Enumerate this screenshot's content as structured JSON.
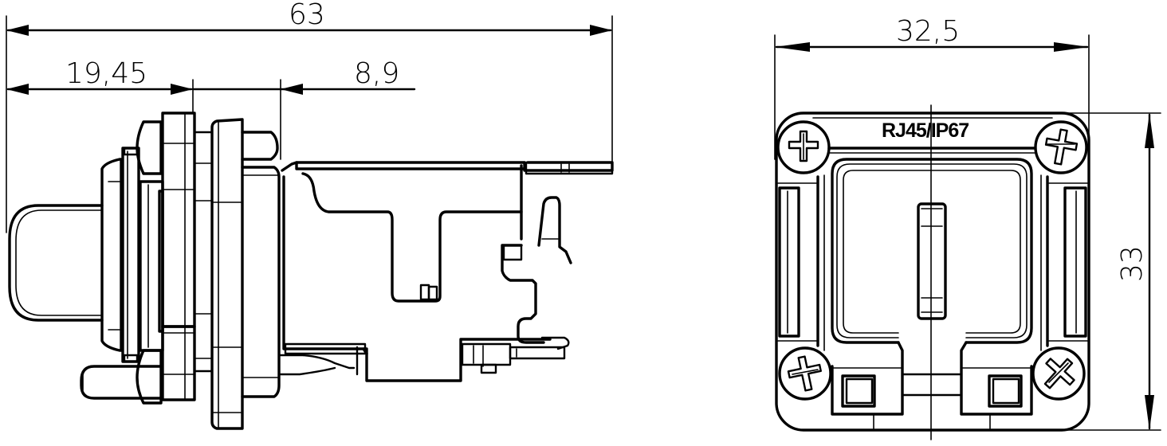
{
  "drawing": {
    "title_label": "RJ45/IP67",
    "views": [
      {
        "name": "side-view",
        "description": "RJ45 IP67 panel connector side view"
      },
      {
        "name": "front-view",
        "description": "RJ45 IP67 panel connector front view"
      }
    ],
    "dimensions": {
      "overall_length": "63",
      "front_depth": "19,45",
      "flange_offset": "8,9",
      "width": "32,5",
      "height": "33"
    },
    "units": "mm",
    "colors": {
      "line": "#000000",
      "background": "#ffffff"
    }
  }
}
